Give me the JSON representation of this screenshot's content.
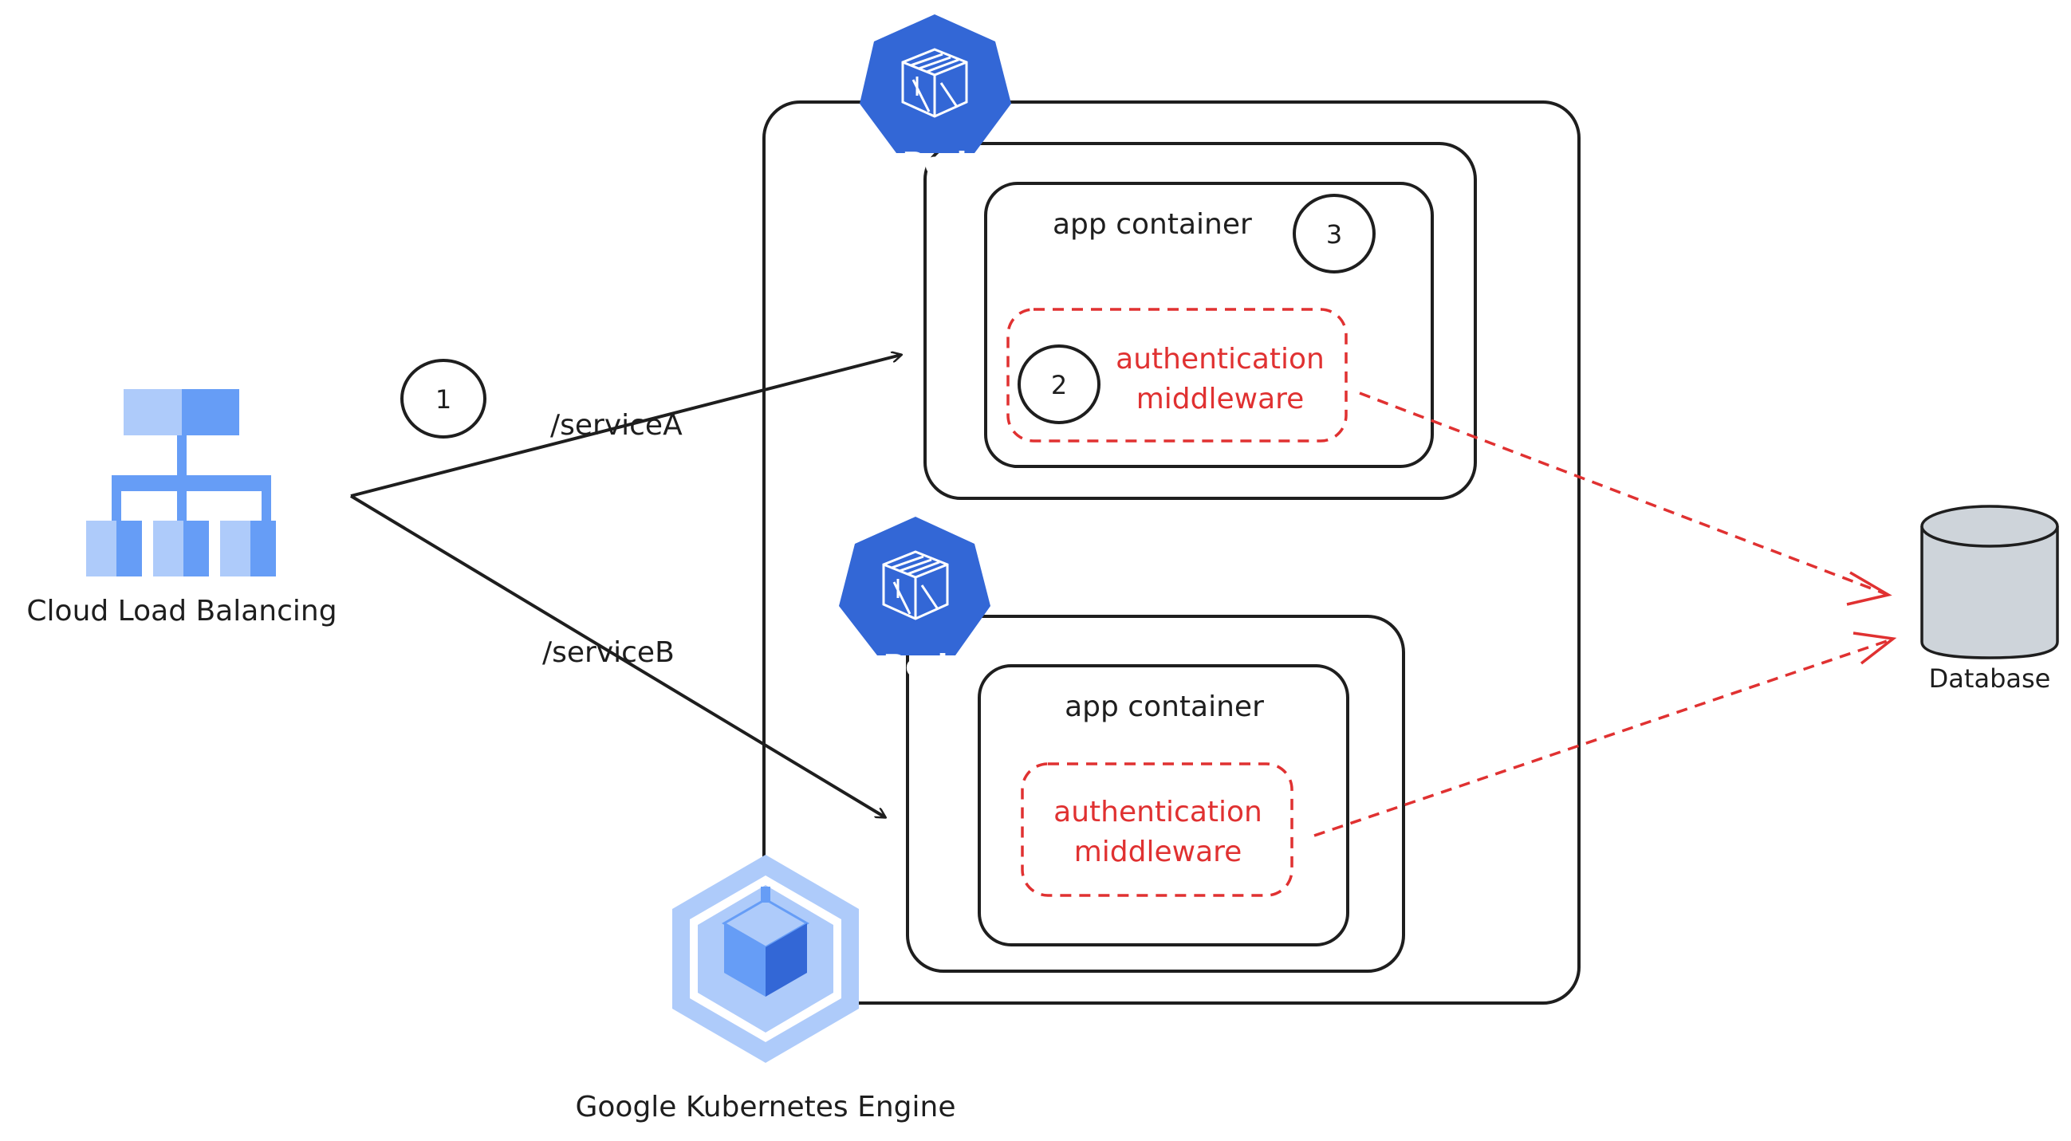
{
  "colors": {
    "ink": "#1e1e1e",
    "accent_red": "#e03131",
    "gcp_blue": "#3367d6",
    "gcp_light": "#aecbfa",
    "gcp_mid": "#669df6",
    "db_fill": "#ced4da"
  },
  "load_balancer": {
    "label": "Cloud Load Balancing",
    "icon": "cloud-load-balancing-icon"
  },
  "routes": [
    {
      "label": "/serviceA"
    },
    {
      "label": "/serviceB"
    }
  ],
  "steps": {
    "one": "1",
    "two": "2",
    "three": "3"
  },
  "cluster": {
    "label": "Google Kubernetes Engine",
    "icon": "gke-icon"
  },
  "pods": [
    {
      "badge": "Pod",
      "container": "app container",
      "middleware_line1": "authentication",
      "middleware_line2": "middleware"
    },
    {
      "badge": "Pod",
      "container": "app container",
      "middleware_line1": "authentication",
      "middleware_line2": "middleware"
    }
  ],
  "database": {
    "label": "Database",
    "icon": "database-icon"
  }
}
